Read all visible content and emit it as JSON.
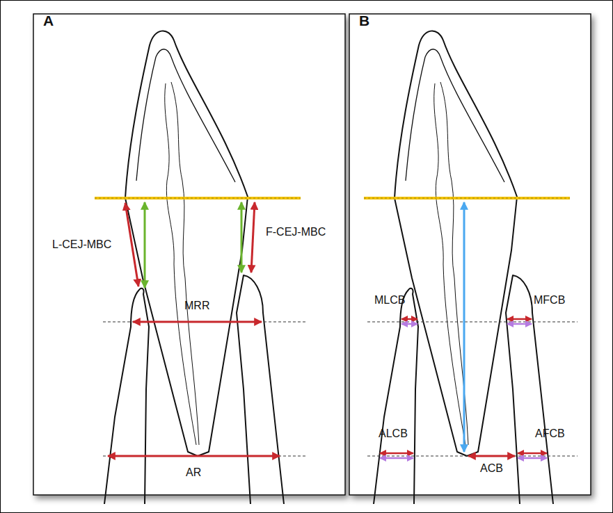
{
  "diagram": {
    "labels": [
      "A",
      "L-CEJ-MBC",
      "MRR",
      "F-CEJ-MBC",
      "AR",
      "B",
      "MLCB",
      "MFCB",
      "ALCB",
      "ACB",
      "AFCB"
    ]
  }
}
